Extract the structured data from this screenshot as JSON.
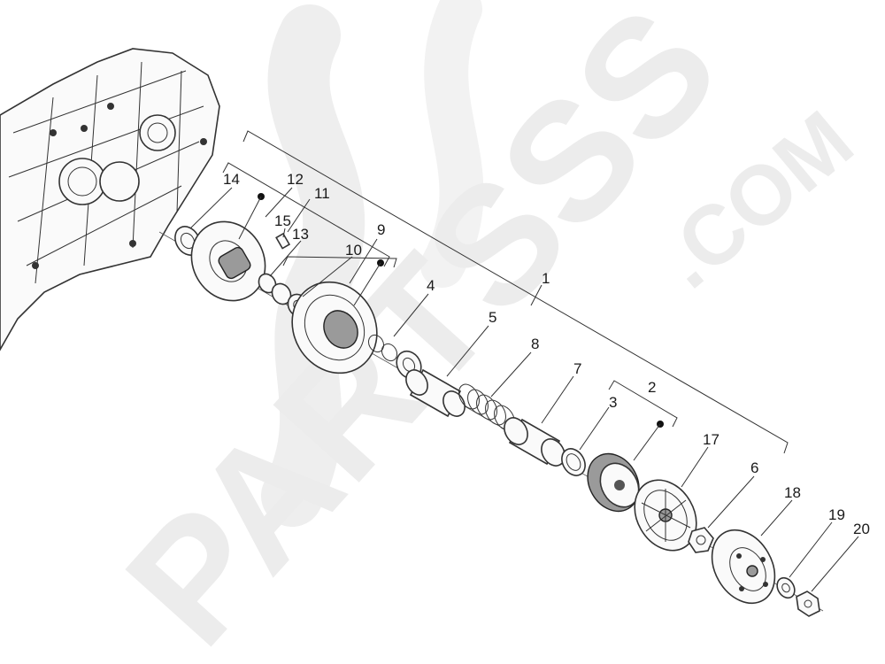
{
  "watermark": {
    "brand": "PARTSSS",
    "domain": ".COM"
  },
  "callouts": [
    {
      "id": "1",
      "label": "1"
    },
    {
      "id": "2",
      "label": "2"
    },
    {
      "id": "3",
      "label": "3"
    },
    {
      "id": "4",
      "label": "4"
    },
    {
      "id": "5",
      "label": "5"
    },
    {
      "id": "6",
      "label": "6"
    },
    {
      "id": "7",
      "label": "7"
    },
    {
      "id": "8",
      "label": "8"
    },
    {
      "id": "9",
      "label": "9"
    },
    {
      "id": "10",
      "label": "10"
    },
    {
      "id": "11",
      "label": "11"
    },
    {
      "id": "12",
      "label": "12"
    },
    {
      "id": "13",
      "label": "13"
    },
    {
      "id": "14",
      "label": "14"
    },
    {
      "id": "15",
      "label": "15"
    },
    {
      "id": "17",
      "label": "17"
    },
    {
      "id": "18",
      "label": "18"
    },
    {
      "id": "19",
      "label": "19"
    },
    {
      "id": "20",
      "label": "20"
    }
  ]
}
